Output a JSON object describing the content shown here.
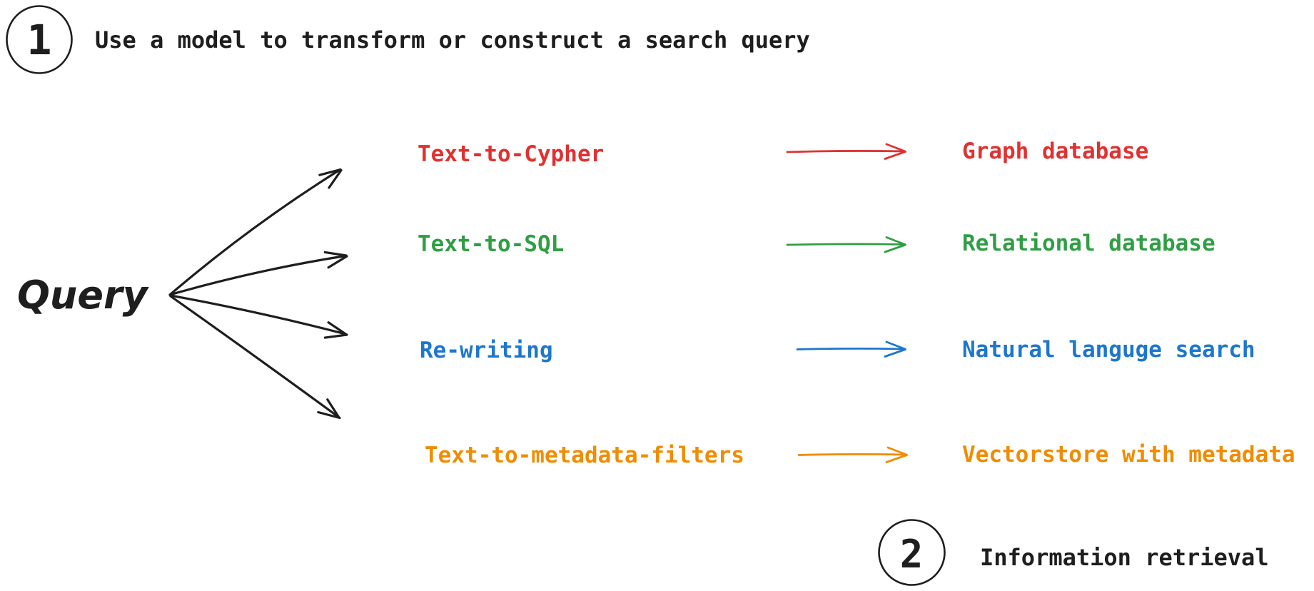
{
  "palette": {
    "ink": "#1e1e1e",
    "background": "#ffffff",
    "red": "#e03131",
    "green": "#2f9e44",
    "blue": "#1d77cc",
    "orange": "#f08c00"
  },
  "steps": {
    "step1": {
      "number": "1",
      "label": "Use a model to transform or construct a search query"
    },
    "step2": {
      "number": "2",
      "label": "Information retrieval"
    }
  },
  "query": {
    "label": "Query"
  },
  "rows": [
    {
      "method": "Text-to-Cypher",
      "target": "Graph database",
      "color": "#e03131"
    },
    {
      "method": "Text-to-SQL",
      "target": "Relational database",
      "color": "#2f9e44"
    },
    {
      "method": "Re-writing",
      "target": "Natural languge search",
      "color": "#1d77cc"
    },
    {
      "method": "Text-to-metadata-filters",
      "target": "Vectorstore with metadata",
      "color": "#f08c00"
    }
  ]
}
